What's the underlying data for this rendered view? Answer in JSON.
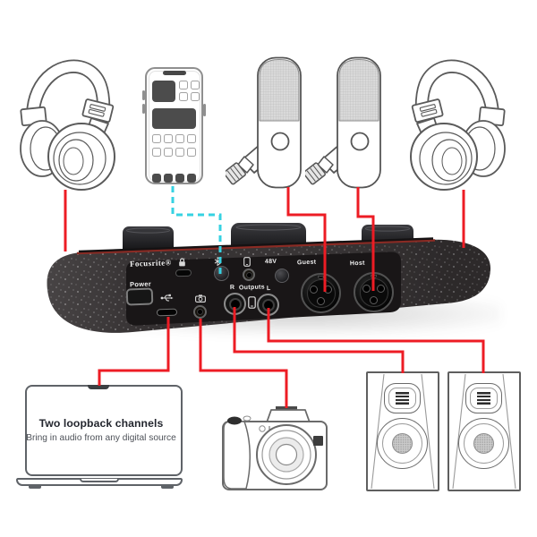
{
  "diagram": "Focusrite Vocaster audio interface connection diagram",
  "interface": {
    "brand": "Focusrite®",
    "labels": {
      "power": "Power",
      "phantom_power": "48V",
      "guest_input": "Guest",
      "host_input": "Host",
      "output_r": "R",
      "outputs": "Outputs",
      "output_l": "L"
    },
    "icons": [
      "lock-icon",
      "bluetooth-icon",
      "phone-icon",
      "usb-icon",
      "camera-icon",
      "phone-mini-icon"
    ]
  },
  "laptop_screen": {
    "title": "Two loopback channels",
    "subtitle": "Bring in audio from any digital source"
  },
  "illustrations": [
    "headphones-left",
    "smartphone",
    "microphone-guest",
    "microphone-host",
    "headphones-right",
    "audio-interface",
    "laptop",
    "dslr-camera",
    "studio-monitor-left",
    "studio-monitor-right"
  ],
  "colors": {
    "cable_red": "#ed1c24",
    "cable_cyan": "#36d2e2",
    "device_body": "#332f30",
    "device_panel": "#191617",
    "top_accent": "#8a2b24",
    "line_art": "#5a5a5a"
  }
}
